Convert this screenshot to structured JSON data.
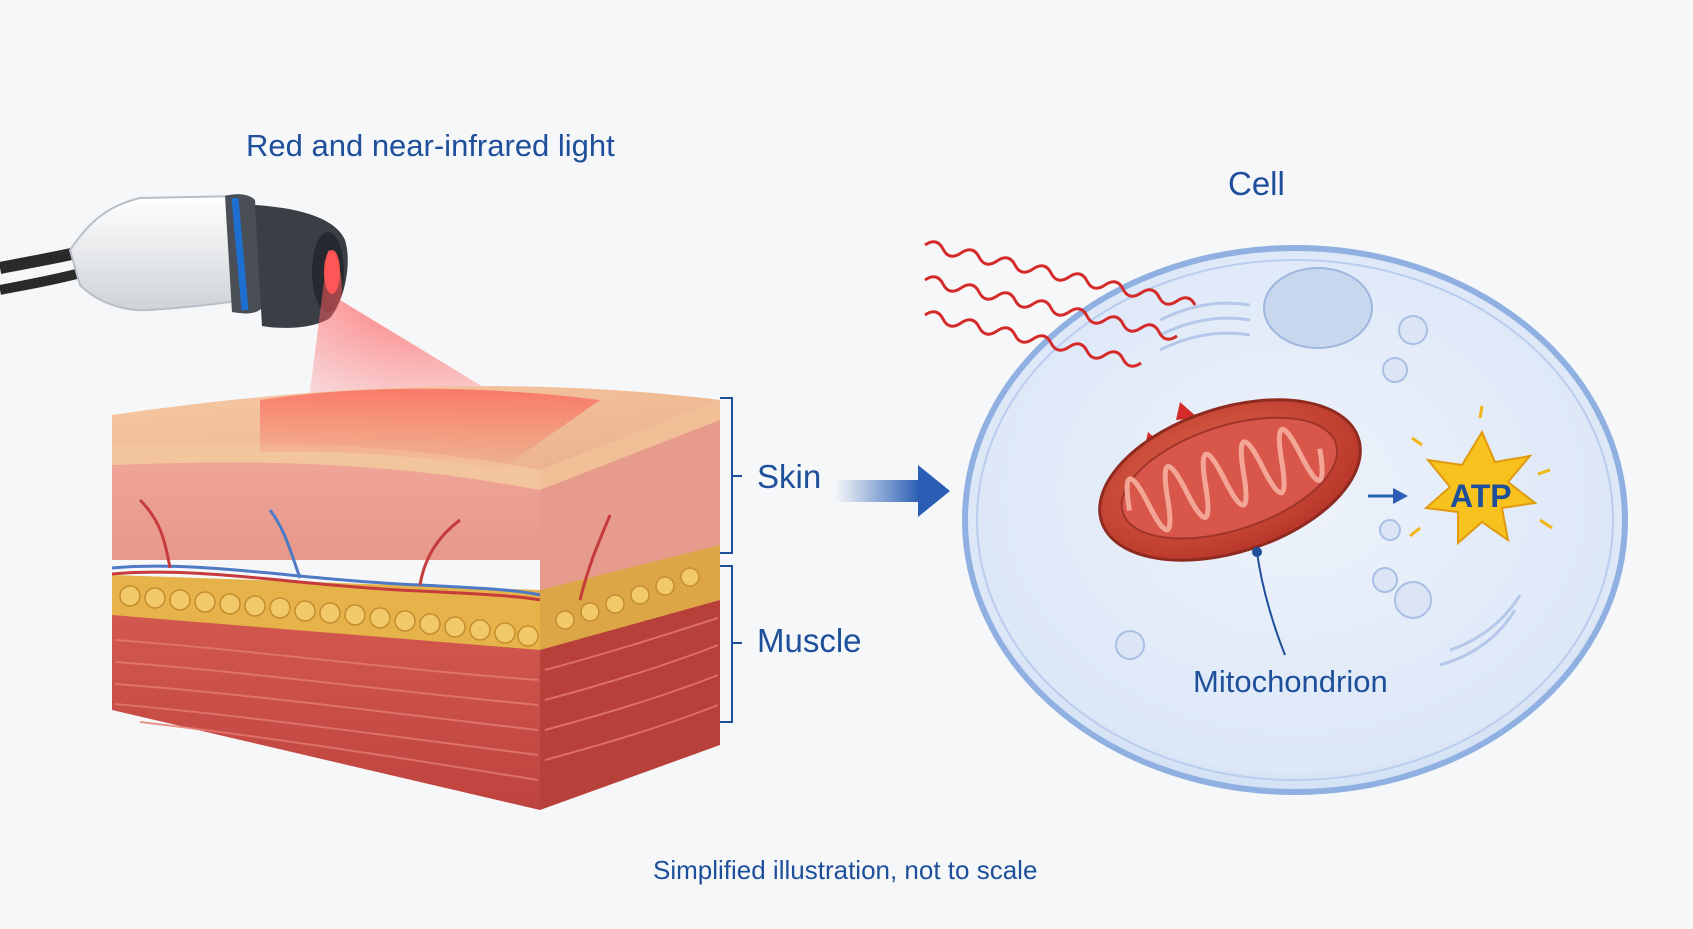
{
  "labels": {
    "light": "Red and near-infrared light",
    "cell": "Cell",
    "skin": "Skin",
    "muscle": "Muscle",
    "mitochondrion": "Mitochondrion",
    "atp": "ATP",
    "caption": "Simplified illustration, not to scale"
  },
  "colors": {
    "label_blue": "#1e4f9a",
    "beam_red": "#ff3b3b",
    "wave_red": "#d42a2a",
    "muscle": "#c94a45",
    "fat": "#e6b24a",
    "cell_membrane": "#8fb0e0",
    "mitochondrion": "#c8442f",
    "atp_star": "#f7c21d",
    "device_accent": "#1d6fd0"
  },
  "icons": {
    "device": "light-therapy-device-icon",
    "arrow": "right-arrow-icon",
    "atp_burst": "starburst-icon"
  }
}
